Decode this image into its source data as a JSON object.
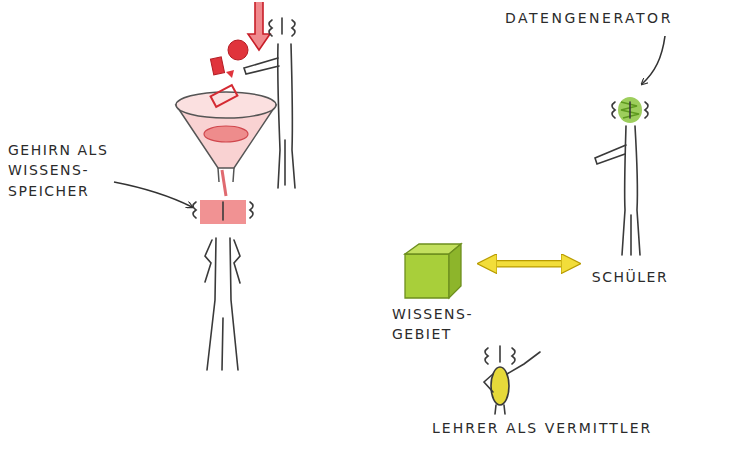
{
  "diagram": {
    "nodes": [
      {
        "text": [
          "WISSENS- GEBIET"
        ]
      },
      {
        "text": [
          "SCHÜLER"
        ]
      }
    ],
    "edges": [
      {
        "from": 0,
        "to": 1,
        "arrow": "both"
      }
    ],
    "labels": [
      "DATENGENERATOR",
      "GEHIRN ALS WISSENS- SPEICHER",
      "LEHRER ALS VERMITTLER"
    ]
  }
}
